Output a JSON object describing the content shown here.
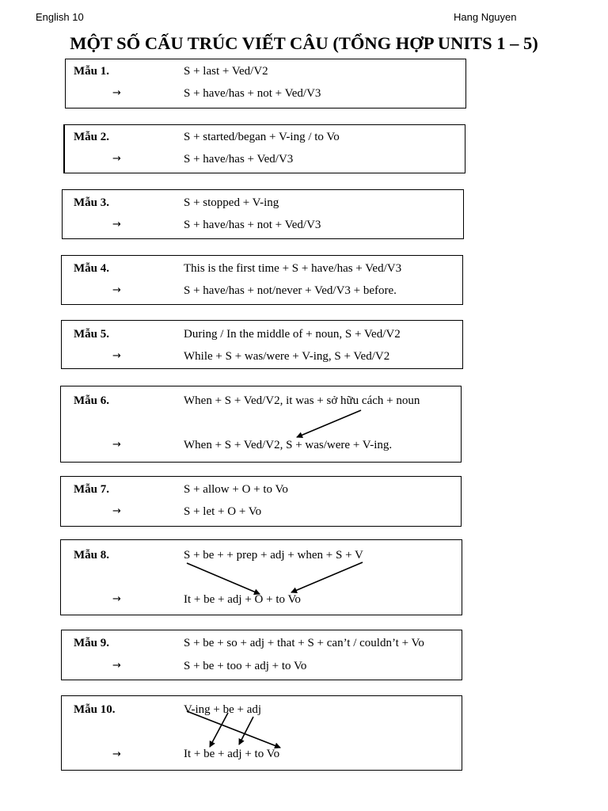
{
  "header": {
    "left": "English 10",
    "right": "Hang Nguyen"
  },
  "title": "MỘT SỐ CẤU TRÚC VIẾT CÂU (TỔNG HỢP UNITS 1 – 5)",
  "arrow_symbol": "→",
  "patterns": [
    {
      "label": "Mẫu 1.",
      "line1": "S + last + Ved/V2",
      "line2": "S + have/has + not + Ved/V3"
    },
    {
      "label": "Mẫu 2.",
      "line1": "S + started/began + V-ing / to Vo",
      "line2": "S + have/has + Ved/V3"
    },
    {
      "label": "Mẫu 3.",
      "line1": "S + stopped + V-ing",
      "line2": "S + have/has + not + Ved/V3"
    },
    {
      "label": "Mẫu 4.",
      "line1": "This is the first time + S + have/has + Ved/V3",
      "line2": "S + have/has + not/never + Ved/V3 + before."
    },
    {
      "label": "Mẫu 5.",
      "line1": "During / In the middle of + noun, S + Ved/V2",
      "line2": "While + S + was/were + V-ing, S + Ved/V2"
    },
    {
      "label": "Mẫu 6.",
      "line1": "When + S + Ved/V2, it was + sở hữu cách + noun",
      "line2": "When + S + Ved/V2, S + was/were + V-ing."
    },
    {
      "label": "Mẫu 7.",
      "line1": "S + allow + O + to Vo",
      "line2": "S + let + O + Vo"
    },
    {
      "label": "Mẫu 8.",
      "line1": "S + be + + prep + adj + when + S + V",
      "line2": "It + be + adj + O + to Vo"
    },
    {
      "label": "Mẫu 9.",
      "line1": "S + be + so + adj + that + S + can’t / couldn’t + Vo",
      "line2": "S + be + too + adj + to Vo"
    },
    {
      "label": "Mẫu 10.",
      "line1": "V-ing + be + adj",
      "line2": "It + be + adj + to Vo"
    }
  ]
}
